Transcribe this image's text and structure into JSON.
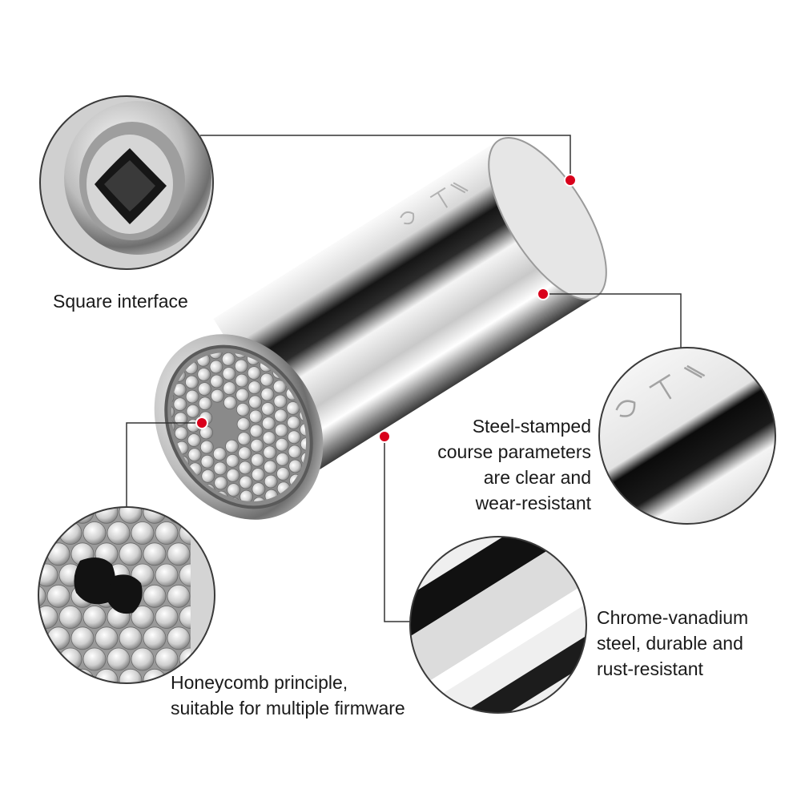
{
  "callouts": {
    "square": {
      "lines": [
        "Square interface"
      ]
    },
    "stamped": {
      "lines": [
        "Steel-stamped",
        "course parameters",
        "are clear and",
        "wear-resistant"
      ]
    },
    "chrome": {
      "lines": [
        "Chrome-vanadium",
        "steel, durable and",
        "rust-resistant"
      ]
    },
    "honeycomb": {
      "lines": [
        "Honeycomb principle,",
        "suitable for multiple firmware"
      ]
    }
  },
  "colors": {
    "marker": "#d9001b",
    "leader": "#333333",
    "chrome_dark": "#111111",
    "chrome_light": "#f2f2f2"
  }
}
